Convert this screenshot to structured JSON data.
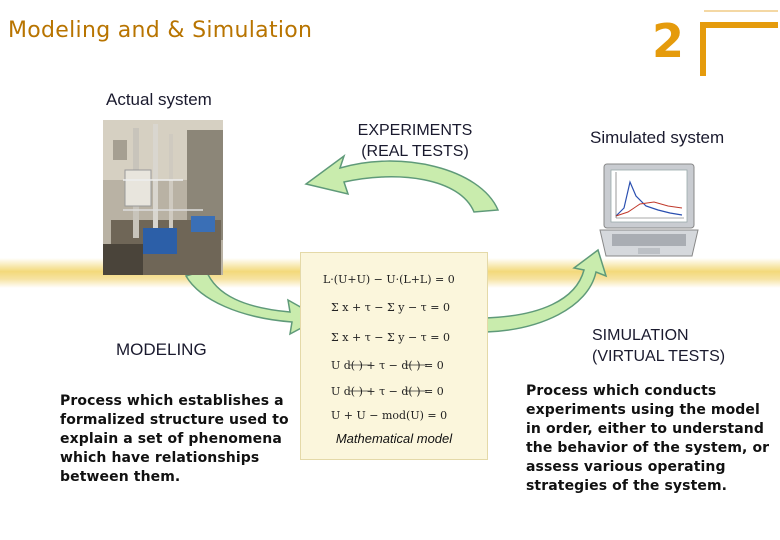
{
  "header": {
    "title": "Modeling and & Simulation",
    "slide_number": "2"
  },
  "labels": {
    "actual_system": "Actual system",
    "experiments_line1": "EXPERIMENTS",
    "experiments_line2": "(REAL TESTS)",
    "simulated_system": "Simulated system",
    "modeling": "MODELING",
    "simulation_line1": "SIMULATION",
    "simulation_line2": "(VIRTUAL TESTS)",
    "math_model": "Mathematical model"
  },
  "descriptions": {
    "modeling_text": "Process which establishes a formalized structure used to explain a set of phenomena which have relationships between them.",
    "simulation_text": "Process which conducts experiments using the model in order, either to understand the behavior of the system, or assess various operating strategies of the system."
  },
  "colors": {
    "title": "#b87400",
    "accent": "#e59b0c",
    "arrow_fill": "#c9ecad",
    "arrow_stroke": "#5f9a79",
    "band": "#f3d97a",
    "math_bg": "#fbf6dc"
  }
}
